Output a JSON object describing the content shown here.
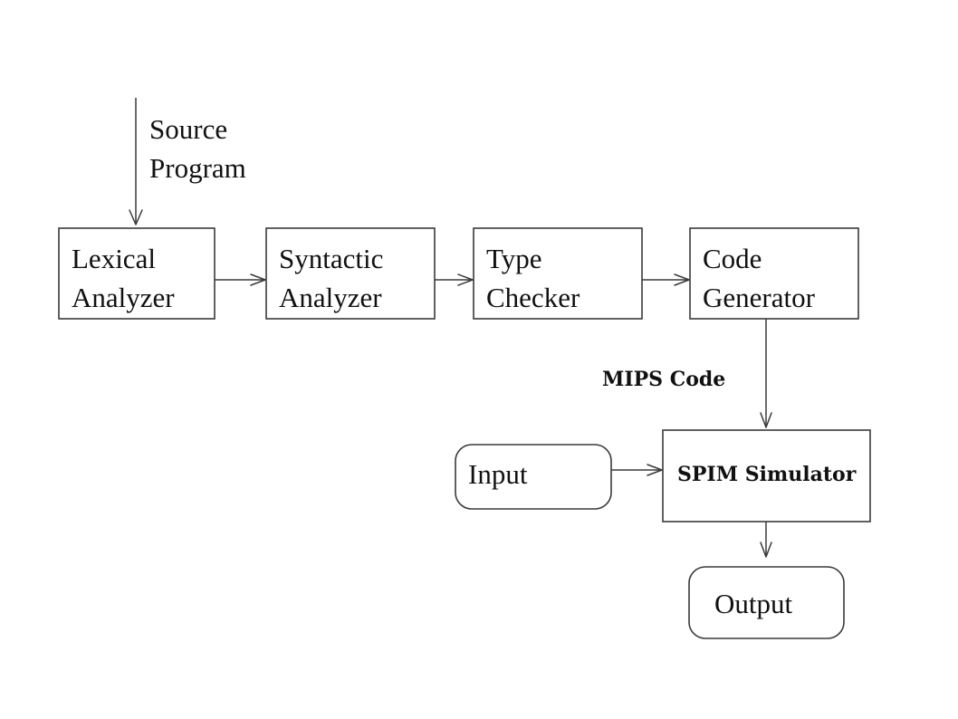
{
  "diagram": {
    "source": {
      "line1": "Source",
      "line2": "Program"
    },
    "lexical": {
      "line1": "Lexical",
      "line2": "Analyzer"
    },
    "syntactic": {
      "line1": "Syntactic",
      "line2": "Analyzer"
    },
    "type_checker": {
      "line1": "Type",
      "line2": "Checker"
    },
    "code_generator": {
      "line1": "Code",
      "line2": "Generator"
    },
    "mips_code": "MIPS Code",
    "spim": "SPIM Simulator",
    "input": "Input",
    "output": "Output"
  }
}
